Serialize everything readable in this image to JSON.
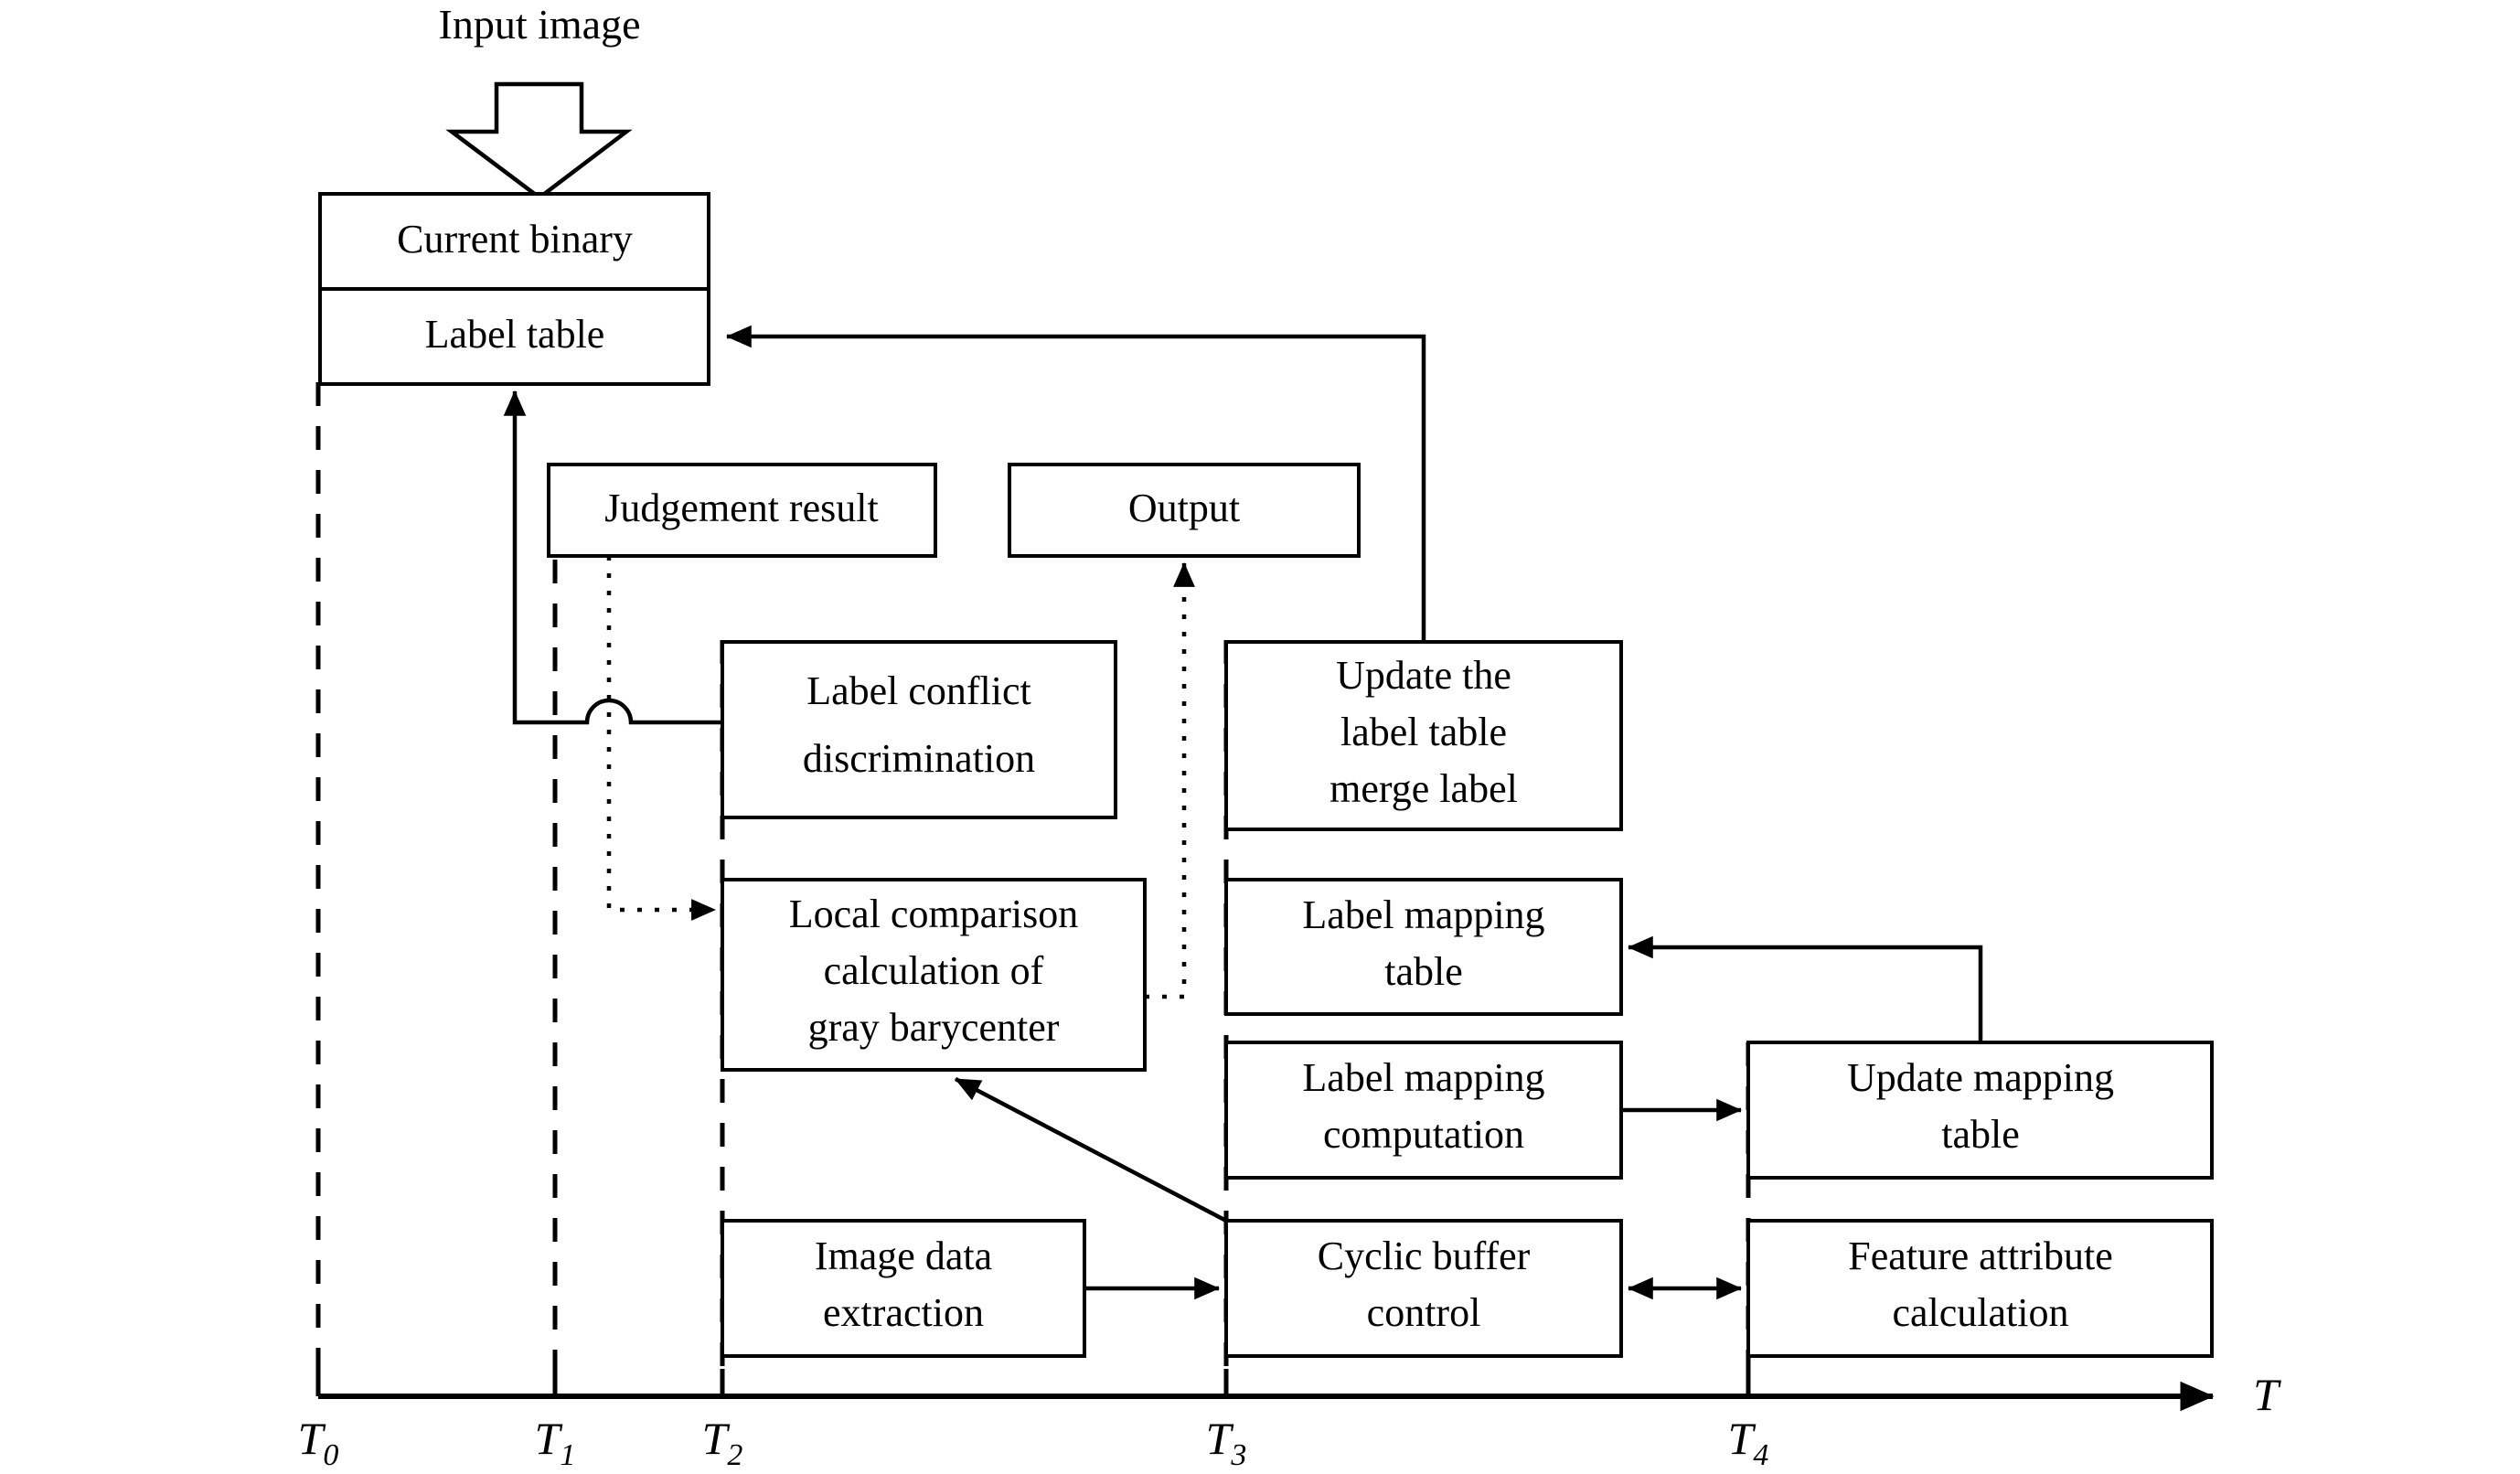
{
  "diagram": {
    "title_label": "Input image",
    "axis": {
      "name": "T",
      "ticks": [
        {
          "base": "T",
          "sub": "0"
        },
        {
          "base": "T",
          "sub": "1"
        },
        {
          "base": "T",
          "sub": "2"
        },
        {
          "base": "T",
          "sub": "3"
        },
        {
          "base": "T",
          "sub": "4"
        }
      ]
    },
    "nodes": {
      "current_binary": "Current binary",
      "label_table": "Label table",
      "judgement_result": "Judgement result",
      "output": "Output",
      "label_conflict_1": "Label conflict",
      "label_conflict_2": "discrimination",
      "update_table_1": "Update the",
      "update_table_2": "label table",
      "update_table_3": "merge label",
      "local_comp_1": "Local comparison",
      "local_comp_2": "calculation of",
      "local_comp_3": "gray barycenter",
      "label_map_table_1": "Label mapping",
      "label_map_table_2": "table",
      "label_map_comp_1": "Label mapping",
      "label_map_comp_2": "computation",
      "update_map_1": "Update mapping",
      "update_map_2": "table",
      "image_data_1": "Image data",
      "image_data_2": "extraction",
      "cyclic_buffer_1": "Cyclic buffer",
      "cyclic_buffer_2": "control",
      "feature_attr_1": "Feature attribute",
      "feature_attr_2": "calculation"
    },
    "colors": {
      "stroke": "#000000",
      "fill": "#ffffff",
      "background": "#ffffff"
    }
  }
}
